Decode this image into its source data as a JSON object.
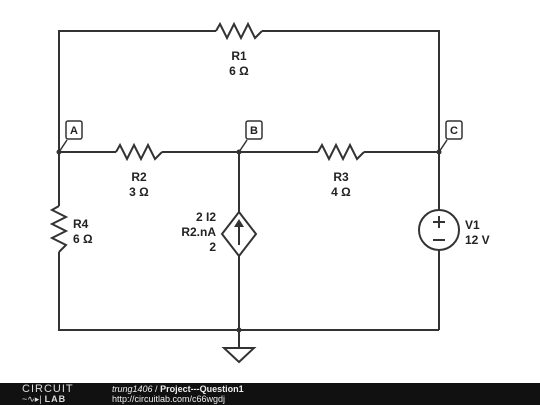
{
  "circuit": {
    "components": {
      "r1": {
        "name": "R1",
        "value": "6 Ω"
      },
      "r2": {
        "name": "R2",
        "value": "3 Ω"
      },
      "r3": {
        "name": "R3",
        "value": "4 Ω"
      },
      "r4": {
        "name": "R4",
        "value": "6 Ω"
      },
      "v1": {
        "name": "V1",
        "value": "12 V"
      },
      "dep_source": {
        "line1": "2 I2",
        "line2": "R2.nA",
        "line3": "2"
      }
    },
    "nodes": {
      "a": "A",
      "b": "B",
      "c": "C"
    },
    "colors": {
      "wire": "#333333",
      "background": "#ffffff",
      "footer": "#111111"
    }
  },
  "footer": {
    "logo_top": "CIRCUIT",
    "logo_bottom": "LAB",
    "author": "trung1406",
    "separator": " / ",
    "title": "Project---Question1",
    "url": "http://circuitlab.com/c66wgdj"
  }
}
